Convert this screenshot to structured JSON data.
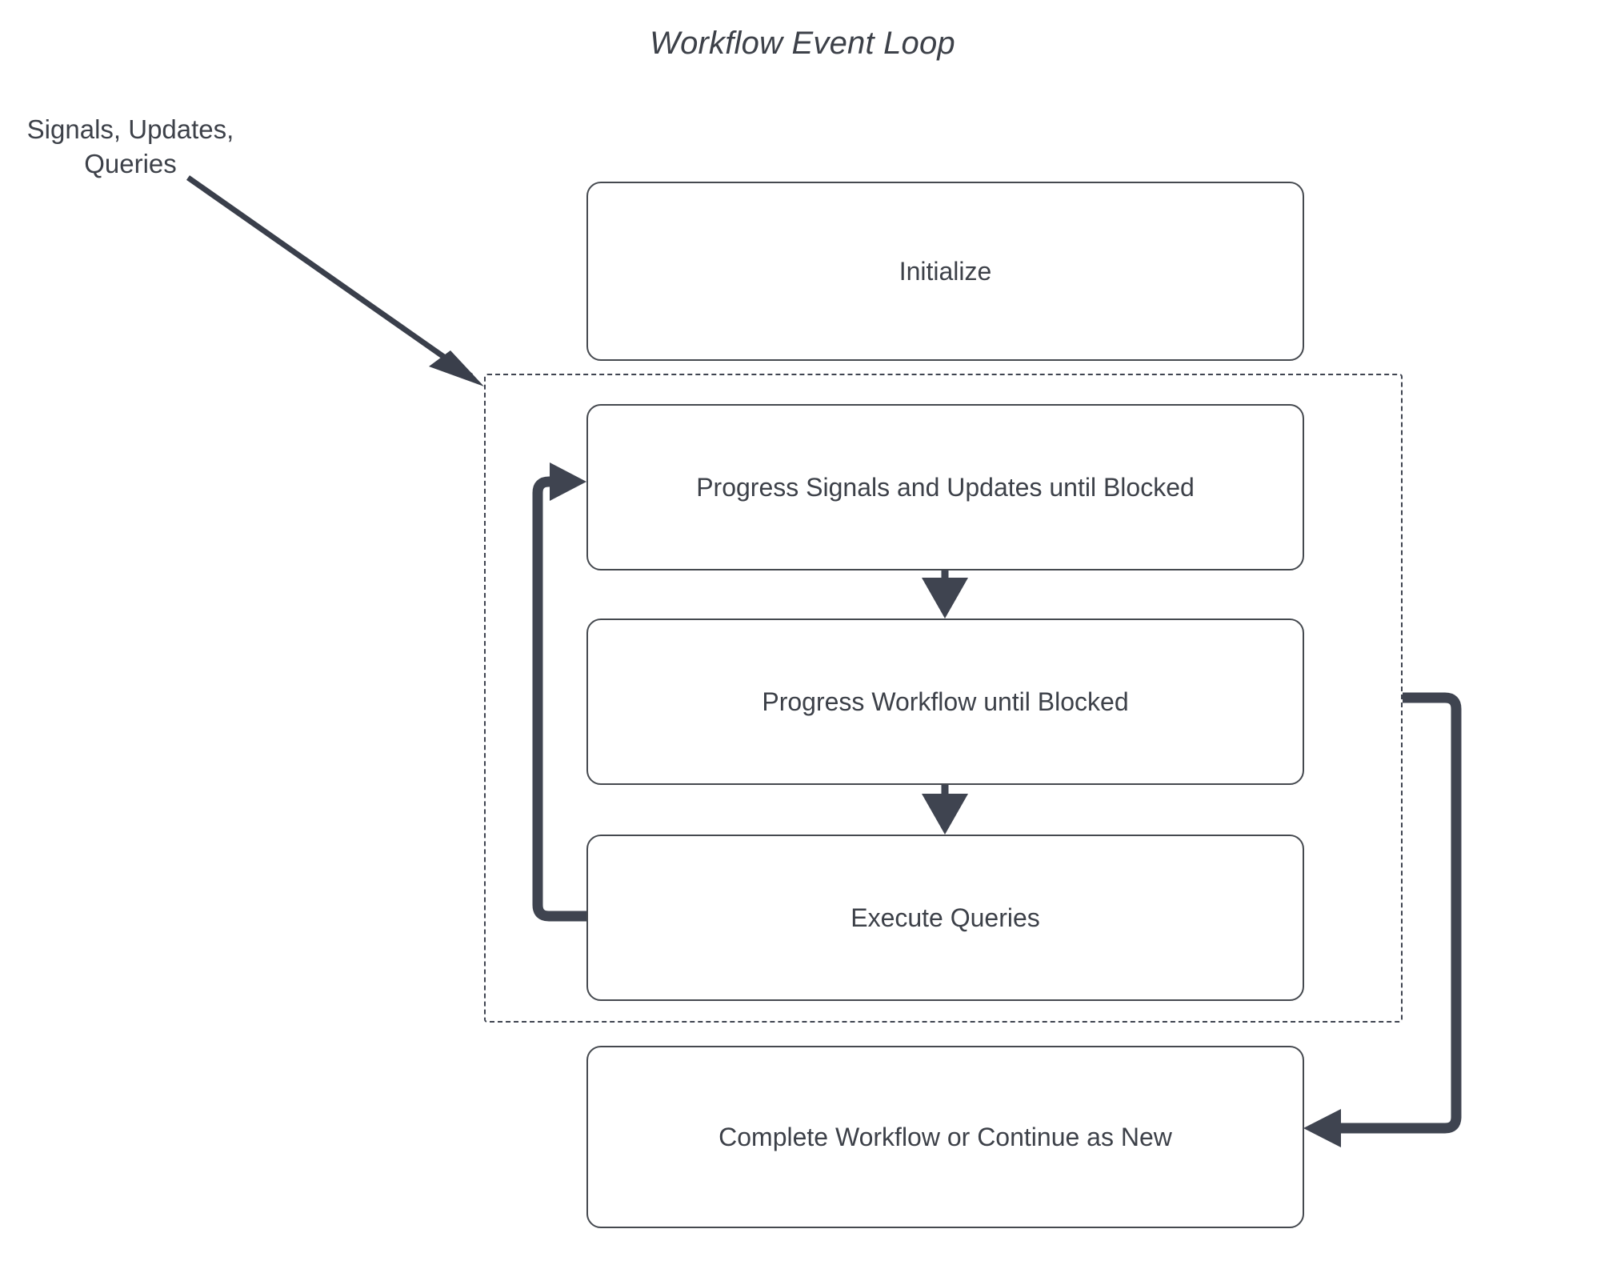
{
  "diagram": {
    "title": "Workflow Event Loop",
    "background_color": "#ffffff",
    "stroke_color": "#3a3f4b",
    "node_border_color": "#45494f",
    "text_color": "#3d4149",
    "external_label": "Signals, Updates,\nQueries",
    "external_label_line1": "Signals, Updates,",
    "external_label_line2": "Queries",
    "nodes": [
      {
        "id": "initialize",
        "label": "Initialize"
      },
      {
        "id": "progress-signals",
        "label": "Progress Signals and Updates until Blocked"
      },
      {
        "id": "progress-workflow",
        "label": "Progress Workflow until Blocked"
      },
      {
        "id": "execute-queries",
        "label": "Execute Queries"
      },
      {
        "id": "complete",
        "label": "Complete Workflow or Continue as New"
      }
    ],
    "loop_group": {
      "id": "event-loop-group",
      "style": "dashed",
      "members": [
        "progress-signals",
        "progress-workflow",
        "execute-queries"
      ]
    },
    "edges": [
      {
        "id": "external-input",
        "from": "Signals, Updates, Queries",
        "to": "event-loop-group",
        "label": ""
      },
      {
        "id": "signals-to-workflow",
        "from": "progress-signals",
        "to": "progress-workflow",
        "label": ""
      },
      {
        "id": "workflow-to-queries",
        "from": "progress-workflow",
        "to": "execute-queries",
        "label": ""
      },
      {
        "id": "queries-loop-back",
        "from": "execute-queries",
        "to": "progress-signals",
        "label": ""
      },
      {
        "id": "loop-to-complete",
        "from": "event-loop-group",
        "to": "complete",
        "label": ""
      }
    ]
  }
}
